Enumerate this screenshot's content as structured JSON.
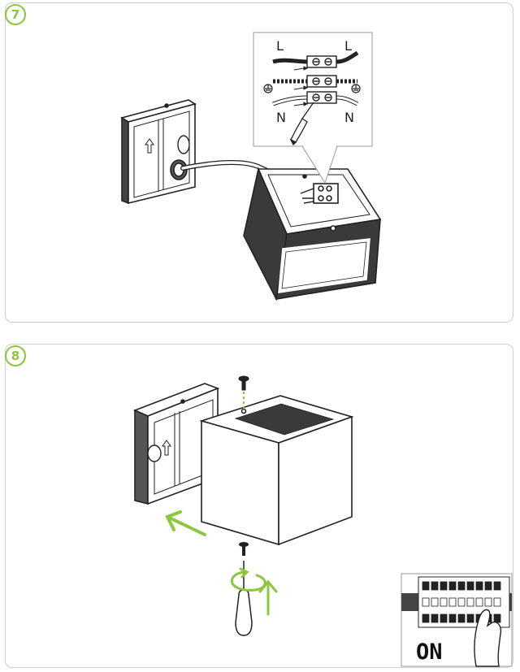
{
  "steps": [
    {
      "number": "7"
    },
    {
      "number": "8"
    }
  ],
  "wiring": {
    "live_left": "L",
    "live_right": "L",
    "neutral_left": "N",
    "neutral_right": "N"
  },
  "breaker_panel": {
    "state_label": "ON"
  },
  "colors": {
    "accent_green": "#8dc63f",
    "line": "#222222",
    "panel_border": "#cfcfcf"
  }
}
